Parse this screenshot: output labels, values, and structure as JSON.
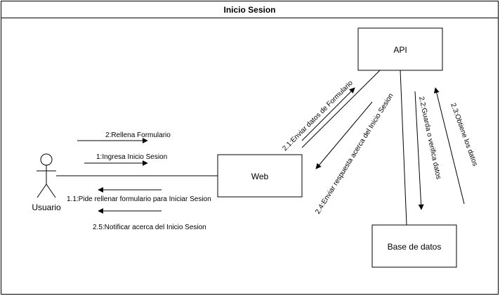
{
  "diagram": {
    "title": "Inicio Sesion",
    "actor": {
      "label": "Usuario"
    },
    "nodes": {
      "api": "API",
      "web": "Web",
      "db": "Base de datos"
    },
    "messages": {
      "m2": "2:Rellena Formulario",
      "m1": "1:Ingresa Inicio Sesion",
      "m1_1": "1.1:Pide rellenar formulario para Iniciar Sesion",
      "m2_5": "2.5:Notificar acerca del Inicio Sesion",
      "m2_1": "2.1:Enviar datos de Formulario",
      "m2_4": "2.4:Enviar respuesta acerca del Inicio Sesion",
      "m2_2": "2.2:Guarda o verifica datos",
      "m2_3": "2.3:Obtiene los datos"
    }
  }
}
